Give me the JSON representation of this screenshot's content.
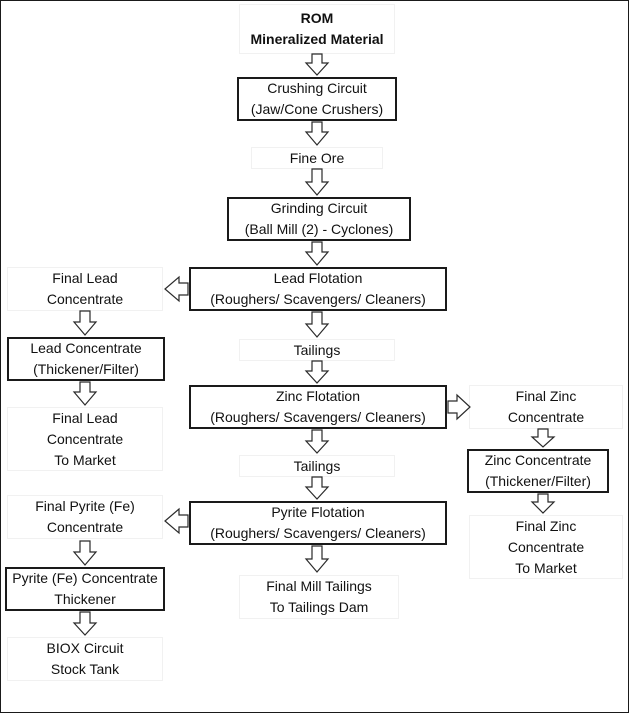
{
  "nodes": {
    "rom": {
      "line1": "ROM",
      "line2": "Mineralized Material"
    },
    "crushing": {
      "line1": "Crushing Circuit",
      "line2": "(Jaw/Cone Crushers)"
    },
    "fine_ore": {
      "line1": "Fine Ore"
    },
    "grinding": {
      "line1": "Grinding Circuit",
      "line2": "(Ball Mill (2) - Cyclones)"
    },
    "lead_flotation": {
      "line1": "Lead Flotation",
      "line2": "(Roughers/ Scavengers/ Cleaners)"
    },
    "final_lead_concentrate": {
      "line1": "Final Lead",
      "line2": "Concentrate"
    },
    "lead_concentrate": {
      "line1": "Lead Concentrate",
      "line2": "(Thickener/Filter)"
    },
    "final_lead_to_market": {
      "line1": "Final Lead",
      "line2": "Concentrate",
      "line3": "To Market"
    },
    "tailings_1": {
      "line1": "Tailings"
    },
    "zinc_flotation": {
      "line1": "Zinc Flotation",
      "line2": "(Roughers/ Scavengers/ Cleaners)"
    },
    "final_zinc_concentrate": {
      "line1": "Final Zinc",
      "line2": "Concentrate"
    },
    "zinc_concentrate": {
      "line1": "Zinc Concentrate",
      "line2": "(Thickener/Filter)"
    },
    "final_zinc_to_market": {
      "line1": "Final Zinc",
      "line2": "Concentrate",
      "line3": "To Market"
    },
    "tailings_2": {
      "line1": "Tailings"
    },
    "pyrite_flotation": {
      "line1": "Pyrite Flotation",
      "line2": "(Roughers/ Scavengers/ Cleaners)"
    },
    "final_pyrite_concentrate": {
      "line1": "Final Pyrite (Fe)",
      "line2": "Concentrate"
    },
    "pyrite_concentrate": {
      "line1": "Pyrite (Fe) Concentrate",
      "line2": "Thickener"
    },
    "final_mill_tailings": {
      "line1": "Final Mill Tailings",
      "line2": "To Tailings Dam"
    },
    "biox": {
      "line1": "BIOX Circuit",
      "line2": "Stock Tank"
    }
  },
  "colors": {
    "border": "#1a1a1a",
    "text": "#111111",
    "arrow_stroke": "#2a2a2a"
  }
}
